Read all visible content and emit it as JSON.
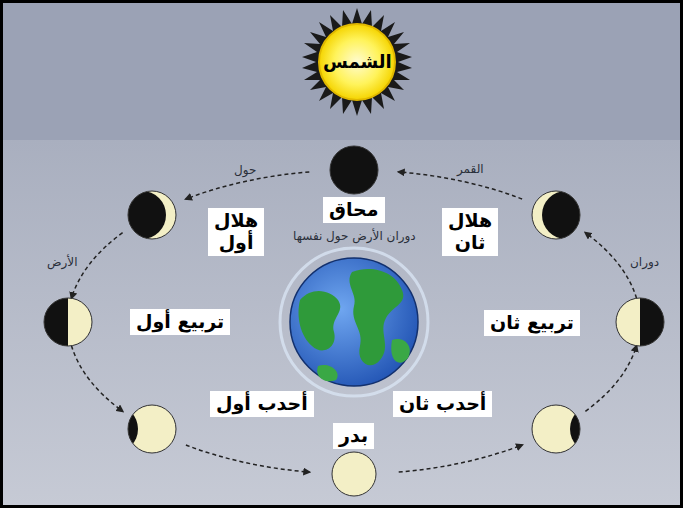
{
  "diagram": {
    "nodes": [
      {
        "text": [
          "الشمس"
        ]
      },
      {
        "text": [
          "محاق"
        ]
      },
      {
        "text": [
          "هلال أول"
        ]
      },
      {
        "text": [
          "هلال ثان"
        ]
      },
      {
        "text": [
          "تربيع أول"
        ]
      },
      {
        "text": [
          "تربيع ثان"
        ]
      },
      {
        "text": [
          "أحدب أول"
        ]
      },
      {
        "text": [
          "أحدب ثان"
        ]
      },
      {
        "text": [
          "بدر"
        ]
      }
    ],
    "labels": [
      "دوران",
      "القمر",
      "حول",
      "الأرض",
      "دوران الأرض حول نفسها"
    ]
  }
}
